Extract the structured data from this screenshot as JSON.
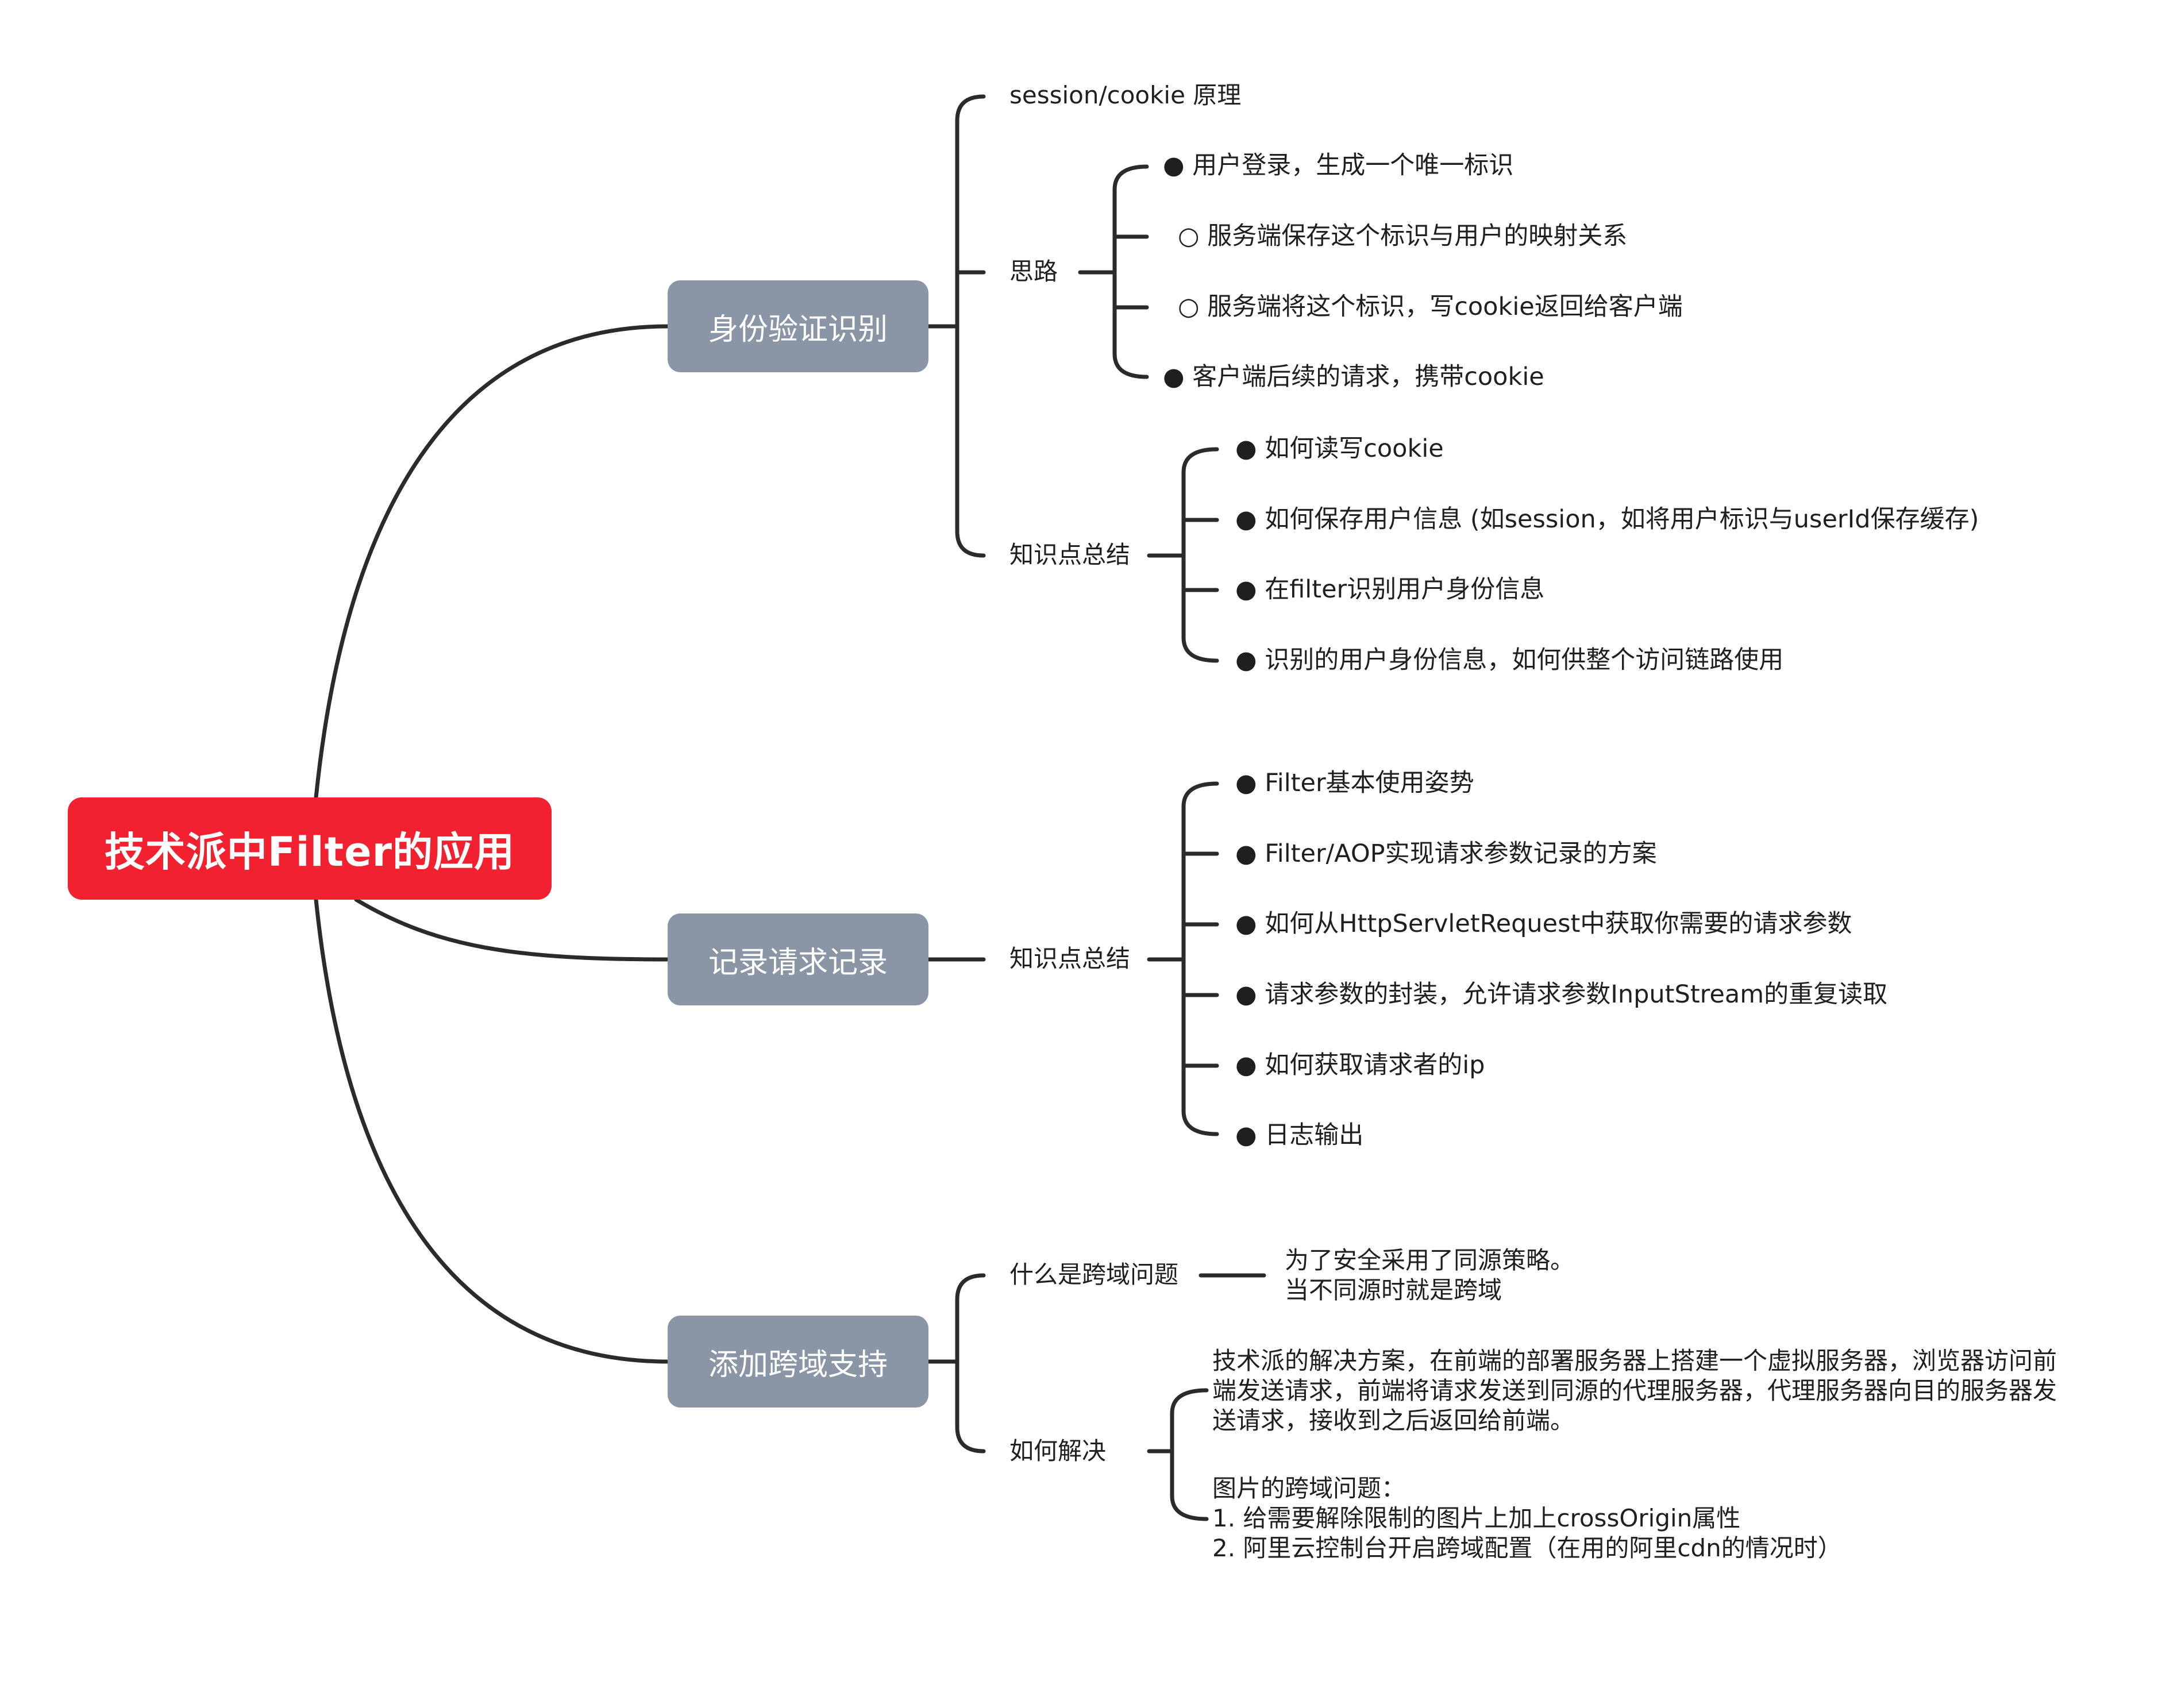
{
  "root": {
    "title": "技术派中Filter的应用"
  },
  "branches": [
    {
      "label": "身份验证识别",
      "children": [
        {
          "label": "session/cookie 原理"
        },
        {
          "label": "思路",
          "items": [
            "● 用户登录，生成一个唯一标识",
            "○ 服务端保存这个标识与用户的映射关系",
            "○ 服务端将这个标识，写cookie返回给客户端",
            "● 客户端后续的请求，携带cookie"
          ]
        },
        {
          "label": "知识点总结",
          "items": [
            "● 如何读写cookie",
            "● 如何保存用户信息 (如session，如将用户标识与userId保存缓存)",
            "● 在filter识别用户身份信息",
            "● 识别的用户身份信息，如何供整个访问链路使用"
          ]
        }
      ]
    },
    {
      "label": "记录请求记录",
      "children": [
        {
          "label": "知识点总结",
          "items": [
            "● Filter基本使用姿势",
            "● Filter/AOP实现请求参数记录的方案",
            "● 如何从HttpServletRequest中获取你需要的请求参数",
            "● 请求参数的封装，允许请求参数InputStream的重复读取",
            "● 如何获取请求者的ip",
            "● 日志输出"
          ]
        }
      ]
    },
    {
      "label": "添加跨域支持",
      "children": [
        {
          "label": "什么是跨域问题",
          "items": [
            "为了安全采用了同源策略。\n当不同源时就是跨域"
          ]
        },
        {
          "label": "如何解决",
          "items": [
            "技术派的解决方案，在前端的部署服务器上搭建一个虚拟服务器，浏览器访问前\n端发送请求，前端将请求发送到同源的代理服务器，代理服务器向目的服务器发\n送请求，接收到之后返回给前端。",
            "图片的跨域问题：\n1. 给需要解除限制的图片上加上crossOrigin属性\n2. 阿里云控制台开启跨域配置（在用的阿里cdn的情况时）"
          ]
        }
      ]
    }
  ],
  "colors": {
    "root": "#f1212f",
    "branch": "#8a95a5",
    "line": "#2b2b2b",
    "text": "#1f1f1f"
  }
}
